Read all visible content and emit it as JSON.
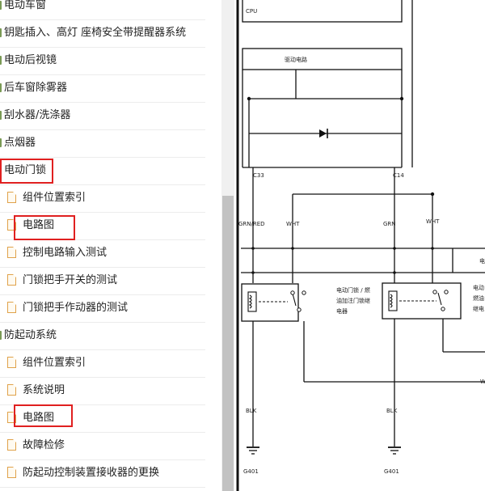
{
  "nav": {
    "items": [
      {
        "label": "电动车窗",
        "level": 0
      },
      {
        "label": "钥匙插入、高灯 座椅安全带提醒器系统",
        "level": 0
      },
      {
        "label": "电动后视镜",
        "level": 0
      },
      {
        "label": "后车窗除雾器",
        "level": 0
      },
      {
        "label": "刮水器/洗涤器",
        "level": 0
      },
      {
        "label": "点烟器",
        "level": 0
      },
      {
        "label": "电动门锁",
        "level": 0,
        "highlighted": true
      },
      {
        "label": "组件位置索引",
        "level": 1
      },
      {
        "label": "电路图",
        "level": 1,
        "highlighted": true
      },
      {
        "label": "控制电路输入测试",
        "level": 1
      },
      {
        "label": "门锁把手开关的测试",
        "level": 1
      },
      {
        "label": "门锁把手作动器的测试",
        "level": 1
      },
      {
        "label": "防起动系统",
        "level": 0
      },
      {
        "label": "组件位置索引",
        "level": 1
      },
      {
        "label": "系统说明",
        "level": 1
      },
      {
        "label": "电路图",
        "level": 1,
        "highlighted": true
      },
      {
        "label": "故障检修",
        "level": 1
      },
      {
        "label": "防起动控制装置接收器的更换",
        "level": 1
      }
    ]
  },
  "diagram": {
    "labels": {
      "cpu": "CPU",
      "drive_circuit": "驱动电路",
      "c33": "C33",
      "c14": "C14",
      "wire1": "GRN/RED",
      "wire2": "WHT",
      "wire3": "GRN",
      "wire4": "WHT",
      "relay1_line1": "电动门锁 / 燃",
      "relay1_line2": "油加注门锁继",
      "relay1_line3": "电器",
      "relay2_line1": "电动",
      "relay2_line2": "燃油",
      "relay2_line3": "继电",
      "blk1": "BLK",
      "blk2": "BLK",
      "g1": "G401",
      "g2": "G401",
      "edge_right": "W",
      "edge_top": "电"
    }
  },
  "colors": {
    "highlight": "#e02020",
    "folder_icon": "#7a9a55",
    "doc_icon": "#e0a24a",
    "scroll_thumb": "#c2c2c2",
    "scroll_track": "#f0f0f0"
  }
}
